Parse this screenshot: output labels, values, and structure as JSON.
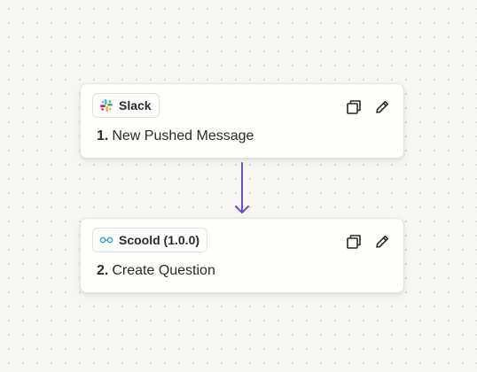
{
  "accent_color": "#6b4fd1",
  "steps": [
    {
      "number": "1.",
      "title": "New Pushed Message",
      "app": {
        "name": "Slack",
        "icon": "slack-icon"
      },
      "actions": [
        {
          "icon": "duplicate-icon"
        },
        {
          "icon": "pencil-icon"
        }
      ]
    },
    {
      "number": "2.",
      "title": "Create Question",
      "app": {
        "name": "Scoold (1.0.0)",
        "icon": "scoold-icon"
      },
      "actions": [
        {
          "icon": "duplicate-icon"
        },
        {
          "icon": "pencil-icon"
        }
      ]
    }
  ],
  "connector": {
    "icon": "arrow-down-icon"
  }
}
